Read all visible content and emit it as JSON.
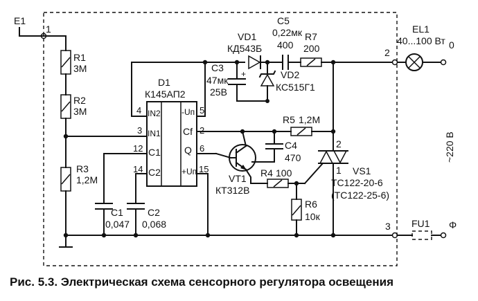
{
  "caption": "Рис. 5.3. Электрическая схема сенсорного регулятора освещения",
  "terminals": {
    "e1": "E1",
    "t1": "1",
    "t2": "2",
    "t3": "3",
    "zero": "0",
    "phase": "Φ"
  },
  "mains": "~220 В",
  "components": {
    "r1": {
      "ref": "R1",
      "value": "3M"
    },
    "r2": {
      "ref": "R2",
      "value": "3M"
    },
    "r3": {
      "ref": "R3",
      "value": "1,2M"
    },
    "c1": {
      "ref": "C1",
      "value": "0,047"
    },
    "c2": {
      "ref": "C2",
      "value": "0,068"
    },
    "d1": {
      "ref": "D1",
      "value": "К145АП2"
    },
    "c3": {
      "ref": "C3",
      "value": "47мк",
      "value2": "25В"
    },
    "vd1": {
      "ref": "VD1",
      "value": "КД543Б"
    },
    "vd2": {
      "ref": "VD2",
      "value": "КС515Г1"
    },
    "c5": {
      "ref": "C5",
      "value": "0,22мк",
      "value2": "400"
    },
    "r7": {
      "ref": "R7",
      "value": "200"
    },
    "el1": {
      "ref": "EL1",
      "value": "40...100 Вт"
    },
    "r5": {
      "ref": "R5",
      "value": "1,2M"
    },
    "c4": {
      "ref": "C4",
      "value": "470"
    },
    "vt1": {
      "ref": "VT1",
      "value": "КТ312В"
    },
    "r4": {
      "ref": "R4",
      "value": "100"
    },
    "r6": {
      "ref": "R6",
      "value": "10к"
    },
    "vs1": {
      "ref": "VS1",
      "value": "ТС122-20-6",
      "value2": "(ТС122-25-6)"
    },
    "fu1": {
      "ref": "FU1"
    }
  },
  "ic_pins": {
    "in2": "IN2",
    "in1": "IN1",
    "c1": "C1",
    "c2": "C2",
    "mun": "-Uп",
    "cf": "Cf",
    "q": "Q",
    "pun": "+Uп",
    "n4": "4",
    "n3": "3",
    "n12": "12",
    "n14": "14",
    "n5": "5",
    "n2": "2",
    "n6": "6",
    "n15": "15"
  },
  "triac_pins": {
    "p2": "2",
    "p1": "1"
  }
}
